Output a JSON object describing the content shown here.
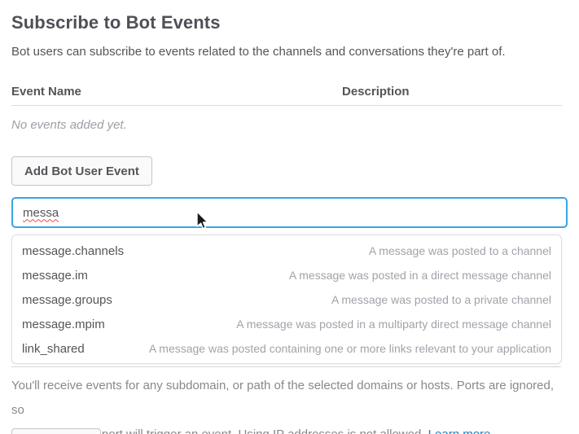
{
  "page": {
    "title": "Subscribe to Bot Events",
    "subtitle": "Bot users can subscribe to events related to the channels and conversations they're part of."
  },
  "table": {
    "columns": [
      "Event Name",
      "Description"
    ],
    "empty_message": "No events added yet."
  },
  "actions": {
    "add_event_button": "Add Bot User Event"
  },
  "search": {
    "value": "messa"
  },
  "dropdown": {
    "items": [
      {
        "name": "message.channels",
        "description": "A message was posted to a channel"
      },
      {
        "name": "message.im",
        "description": "A message was posted in a direct message channel"
      },
      {
        "name": "message.groups",
        "description": "A message was posted to a private channel"
      },
      {
        "name": "message.mpim",
        "description": "A message was posted in a multiparty direct message channel"
      },
      {
        "name": "link_shared",
        "description": "A message was posted containing one or more links relevant to your application"
      }
    ]
  },
  "footer": {
    "note_line1": "You'll receive events for any subdomain, or path of the selected domains or hosts. Ports are ignored, so",
    "note_line2": "requests on any port will trigger an event. Using IP addresses is not allowed.",
    "link": "Learn more."
  },
  "colors": {
    "focus_border": "#3aa3e3",
    "link": "#1e7fc1",
    "heading_text": "#555459",
    "muted_text": "#9e9ea6"
  }
}
